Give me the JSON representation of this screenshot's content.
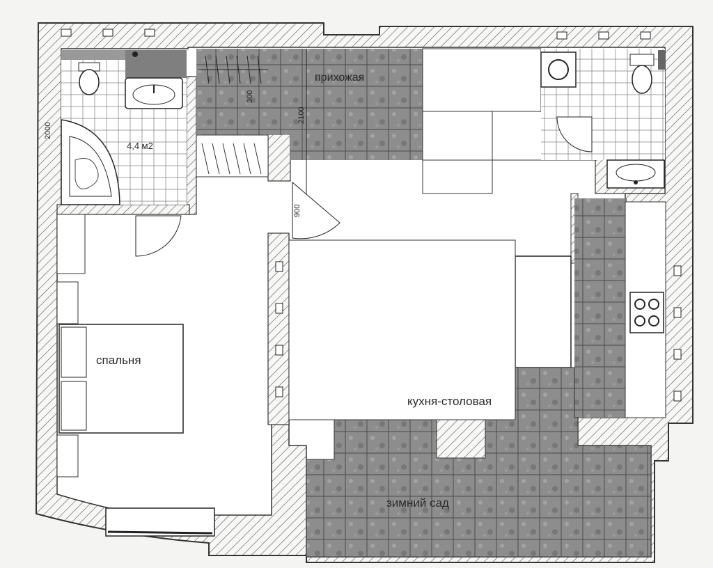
{
  "plan": {
    "rooms": {
      "hallway": "прихожая",
      "bathroom_area": "4,4 м2",
      "bedroom": "спальня",
      "kitchen_dining": "кухня-столовая",
      "winter_garden": "зимний сад"
    },
    "dimensions": {
      "bath_height": "2000",
      "closet_depth": "300",
      "hall_width": "2100",
      "door_width": "900"
    }
  },
  "colors": {
    "wall_hatch": "#555555",
    "tile_dark": "#8a8a8a",
    "tile_grid": "#444444",
    "floor": "#ffffff"
  }
}
